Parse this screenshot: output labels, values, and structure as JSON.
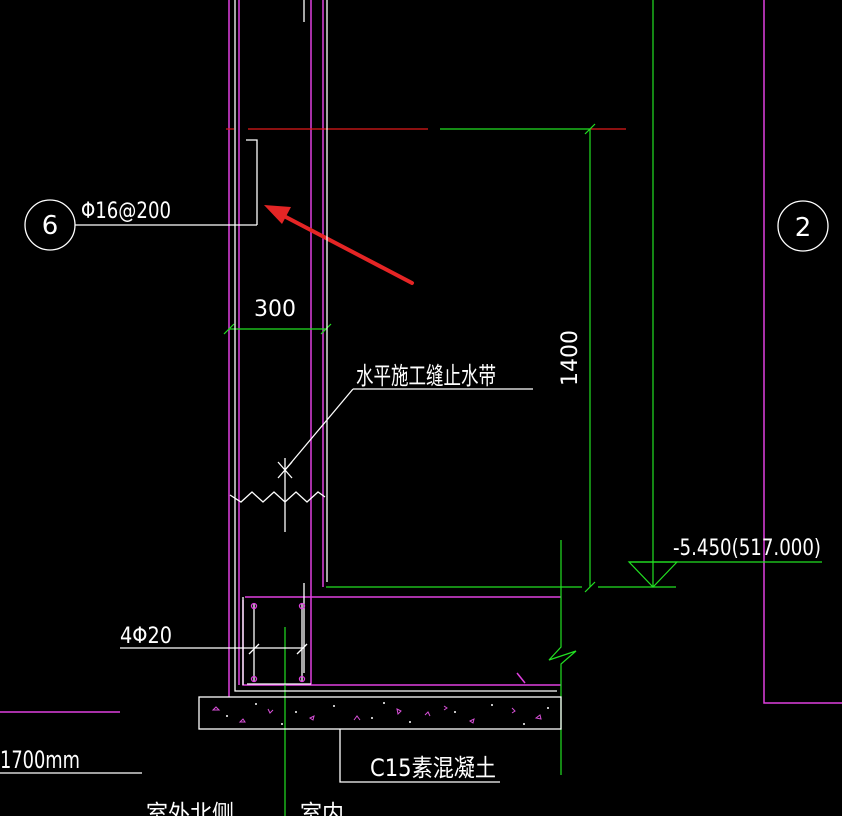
{
  "drawing": {
    "colors": {
      "background": "#000000",
      "magenta": "#e040e0",
      "green": "#22e022",
      "white": "#ffffff",
      "red": "#e01a1a",
      "arrow": "#e52525"
    },
    "labels": {
      "grid_axis_left": "6",
      "grid_axis_right": "2",
      "rebar_spec": "Φ16@200",
      "dim_width": "300",
      "dim_height": "1400",
      "waterstop": "水平施工缝止水带",
      "elevation": "-5.450(517.000)",
      "bottom_rebar": "4Φ20",
      "concrete": "C15素混凝土",
      "length": "1700mm",
      "outside_label": "室外北侧",
      "inside_label": "室内"
    }
  }
}
